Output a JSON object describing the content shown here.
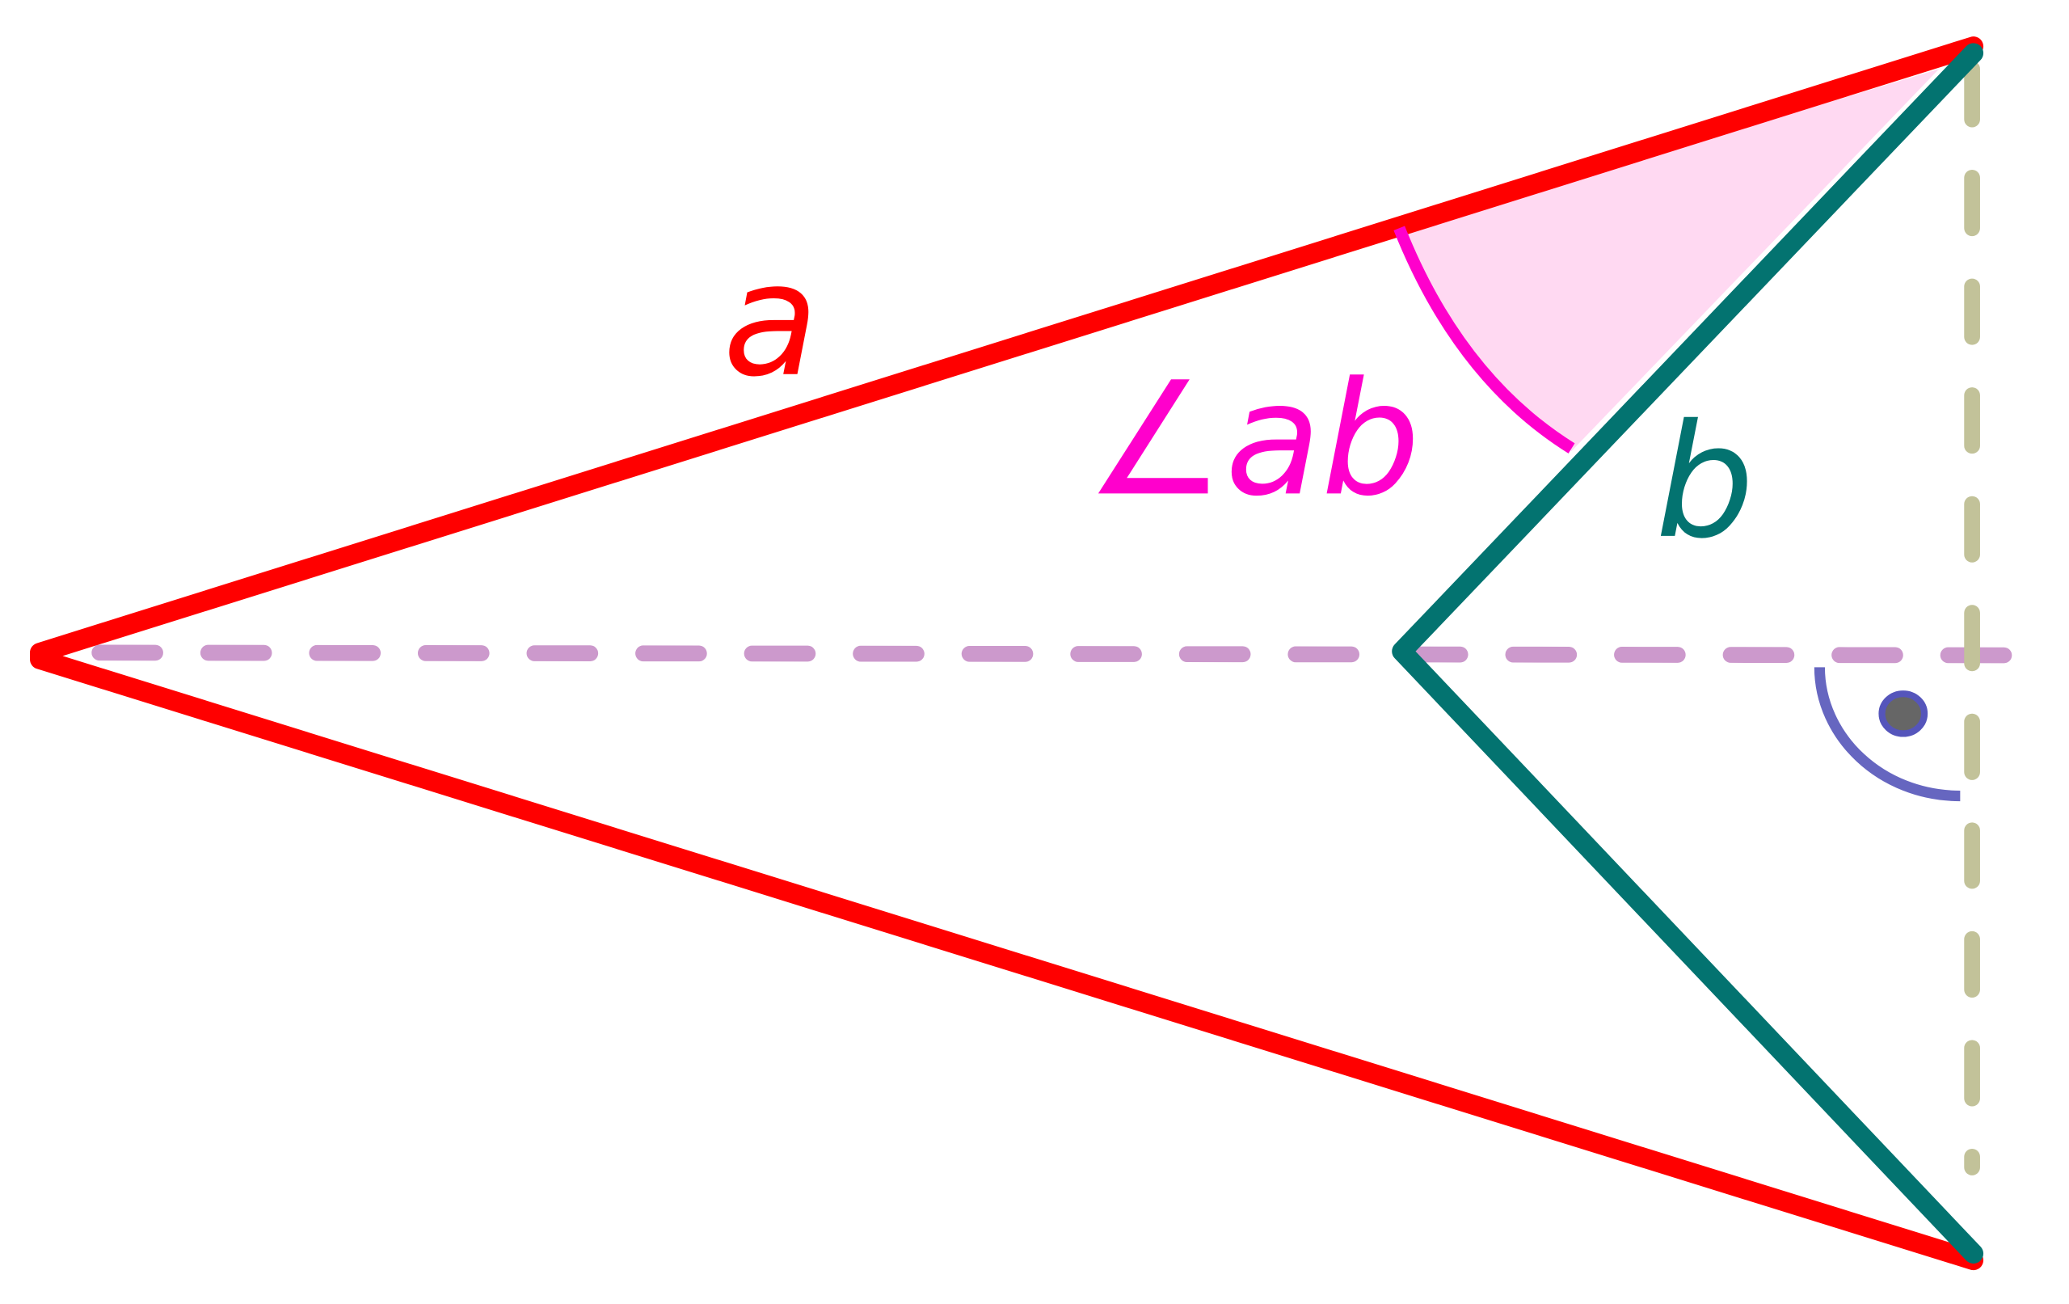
{
  "labels": {
    "side_a": "a",
    "side_b": "b",
    "angle": "∠ab"
  },
  "colors": {
    "side_a": "#ff0000",
    "side_b": "#037370",
    "angle_arc": "#ff00cc",
    "angle_fill": "#ffd9f2",
    "horizontal_guide": "#cc99cc",
    "vertical_guide": "#c2c299",
    "right_angle_mark": "#6666c0"
  }
}
